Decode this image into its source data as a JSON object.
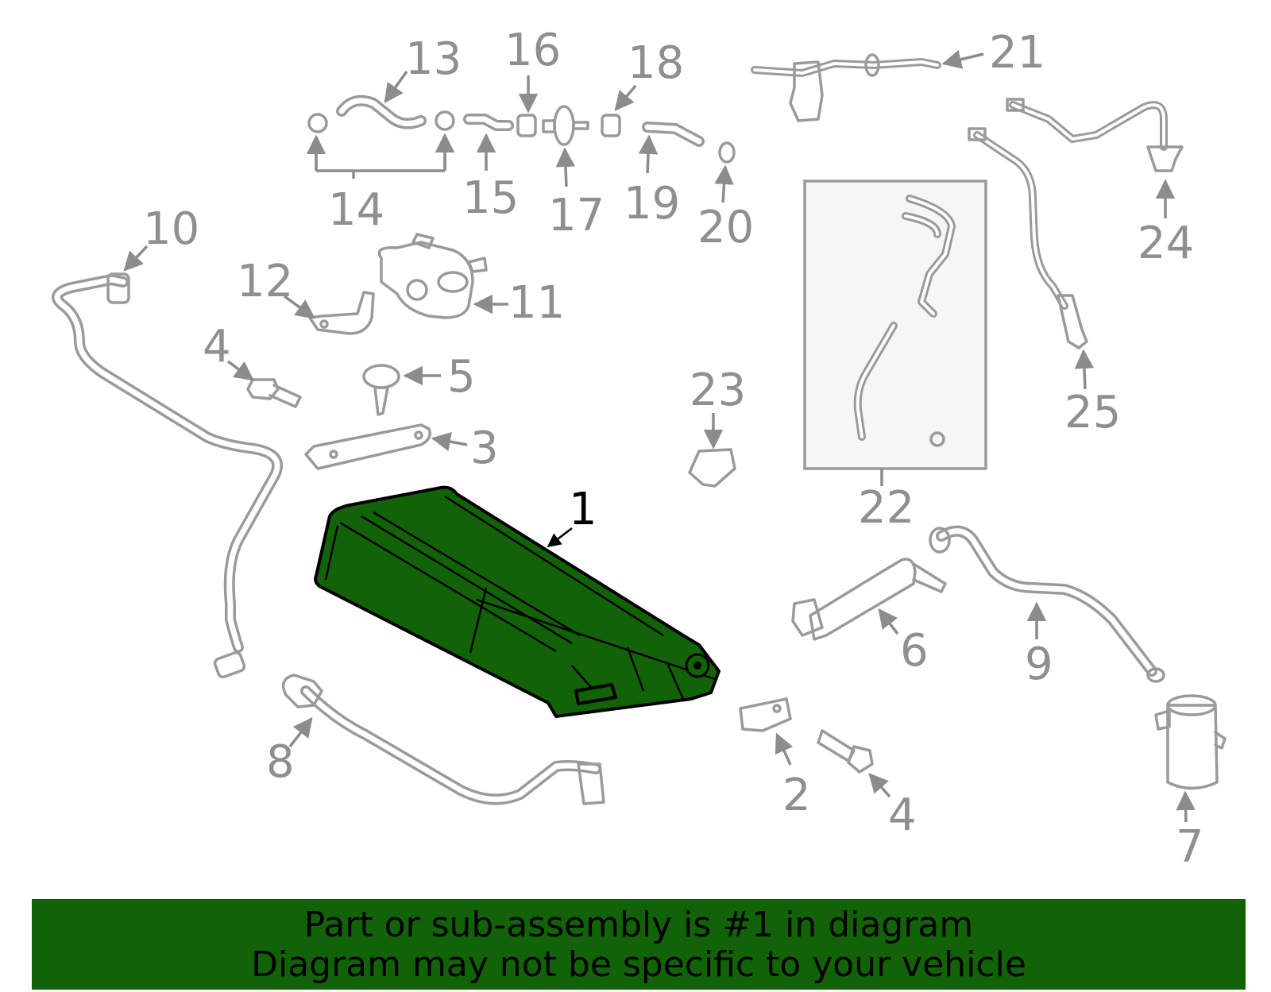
{
  "callouts": [
    "1",
    "2",
    "3",
    "4",
    "5",
    "6",
    "7",
    "8",
    "9",
    "10",
    "11",
    "12",
    "13",
    "14",
    "15",
    "16",
    "17",
    "18",
    "19",
    "20",
    "21",
    "22",
    "23",
    "24",
    "25"
  ],
  "highlighted_part": "1",
  "colors": {
    "highlight": "#126308",
    "parts": "#9a9a9a",
    "banner": "#126308"
  },
  "banner": {
    "line1": "Part or sub-assembly is #1 in diagram",
    "line2": "Diagram may not be specific to your vehicle"
  }
}
